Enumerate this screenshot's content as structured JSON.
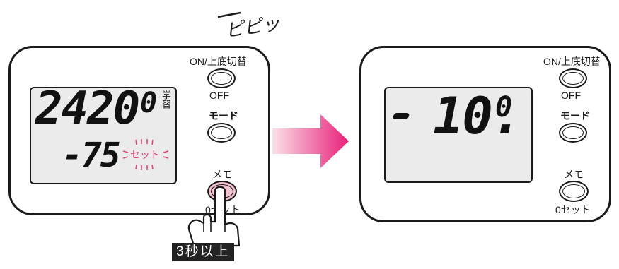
{
  "sound_effect": "ピピッ",
  "left_device": {
    "main_reading": "2420",
    "main_reading_small_digit": "0",
    "learn_indicator": "学習",
    "sub_reading": "-75",
    "set_indicator": "セット",
    "on_button_label": "ON/上底切替",
    "off_label": "OFF",
    "mode_button_label": "モード",
    "memo_button_label": "メモ",
    "zero_set_label": "0セット"
  },
  "right_device": {
    "minus_sign": "-",
    "main_reading": "10.",
    "main_reading_small_digit": "0",
    "on_button_label": "ON/上底切替",
    "off_label": "OFF",
    "mode_button_label": "モード",
    "memo_button_label": "メモ",
    "zero_set_label": "0セット"
  },
  "caption": "3秒以上",
  "colors": {
    "arrow_start": "#fbe0e8",
    "arrow_end": "#e8207a",
    "pressed_button": "#f3c4cf",
    "set_indicator": "#e0457a"
  },
  "icons": {
    "arrow": "right-arrow-icon",
    "hand": "pointing-hand-icon",
    "blink": "blink-rays-icon"
  }
}
